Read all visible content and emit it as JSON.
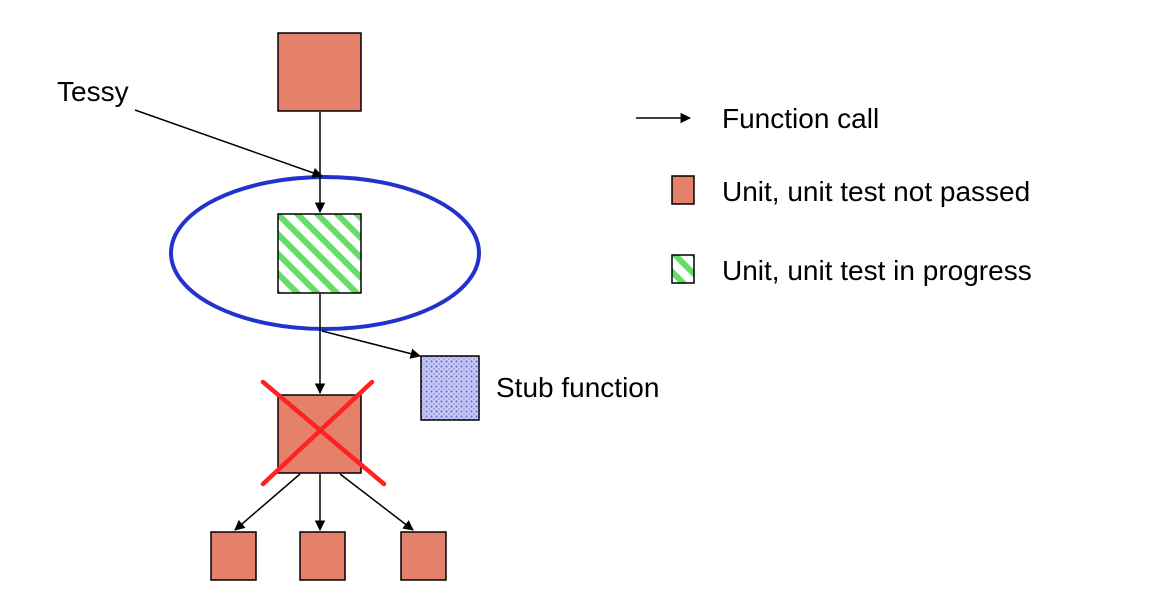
{
  "labels": {
    "tessy": "Tessy",
    "stub_function": "Stub function"
  },
  "legend": {
    "function_call": "Function call",
    "unit_not_passed": "Unit, unit test not passed",
    "unit_in_progress": "Unit, unit test in progress"
  },
  "colors": {
    "unit_fill": "#e5806a",
    "unit_stroke": "#000000",
    "in_progress_stripe": "#66dd66",
    "stub_fill": "#aab0f0",
    "stub_dot": "#7070d0",
    "scope_ellipse": "#2233cc",
    "cross": "#ff2222",
    "arrow": "#000000"
  }
}
